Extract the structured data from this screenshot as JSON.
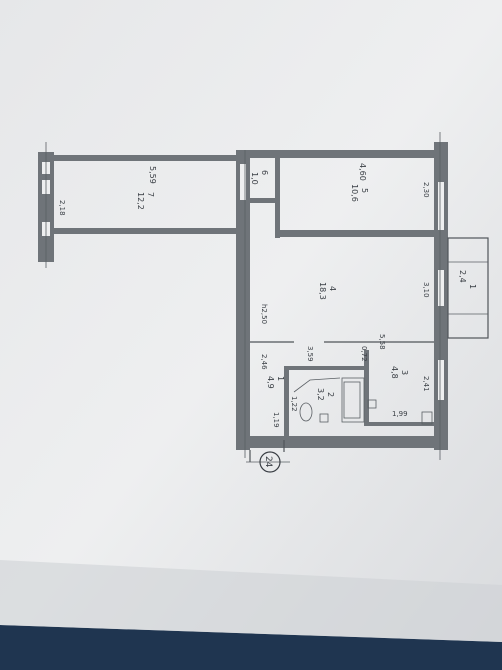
{
  "plan": {
    "apartment_number": "24",
    "rooms": [
      {
        "id": "7",
        "area": "12,2",
        "width": "5,59",
        "depth": "2,18"
      },
      {
        "id": "6",
        "area": "1,0"
      },
      {
        "id": "5",
        "area": "10,6",
        "width": "4,60",
        "depth": "2,30"
      },
      {
        "id": "4",
        "area": "18,3",
        "width": "5,58",
        "depth": "3,10",
        "height": "h2,50"
      },
      {
        "id": "1",
        "area": "4,9",
        "depth": "2,46"
      },
      {
        "id": "2",
        "area": "3,2",
        "width": "3,59",
        "extra": "0,72",
        "side": "1,22"
      },
      {
        "id": "3",
        "area": "4,8",
        "depth": "2,41",
        "width": "1,99"
      }
    ],
    "balcony": {
      "id": "1",
      "area": "2,4"
    },
    "corridor_width": "1,19"
  },
  "colors": {
    "paper": "#e9eaec",
    "shadow": "#bfc3c8",
    "table": "#1f3550",
    "wall": "#6f7479",
    "ink": "#3a3f45"
  }
}
